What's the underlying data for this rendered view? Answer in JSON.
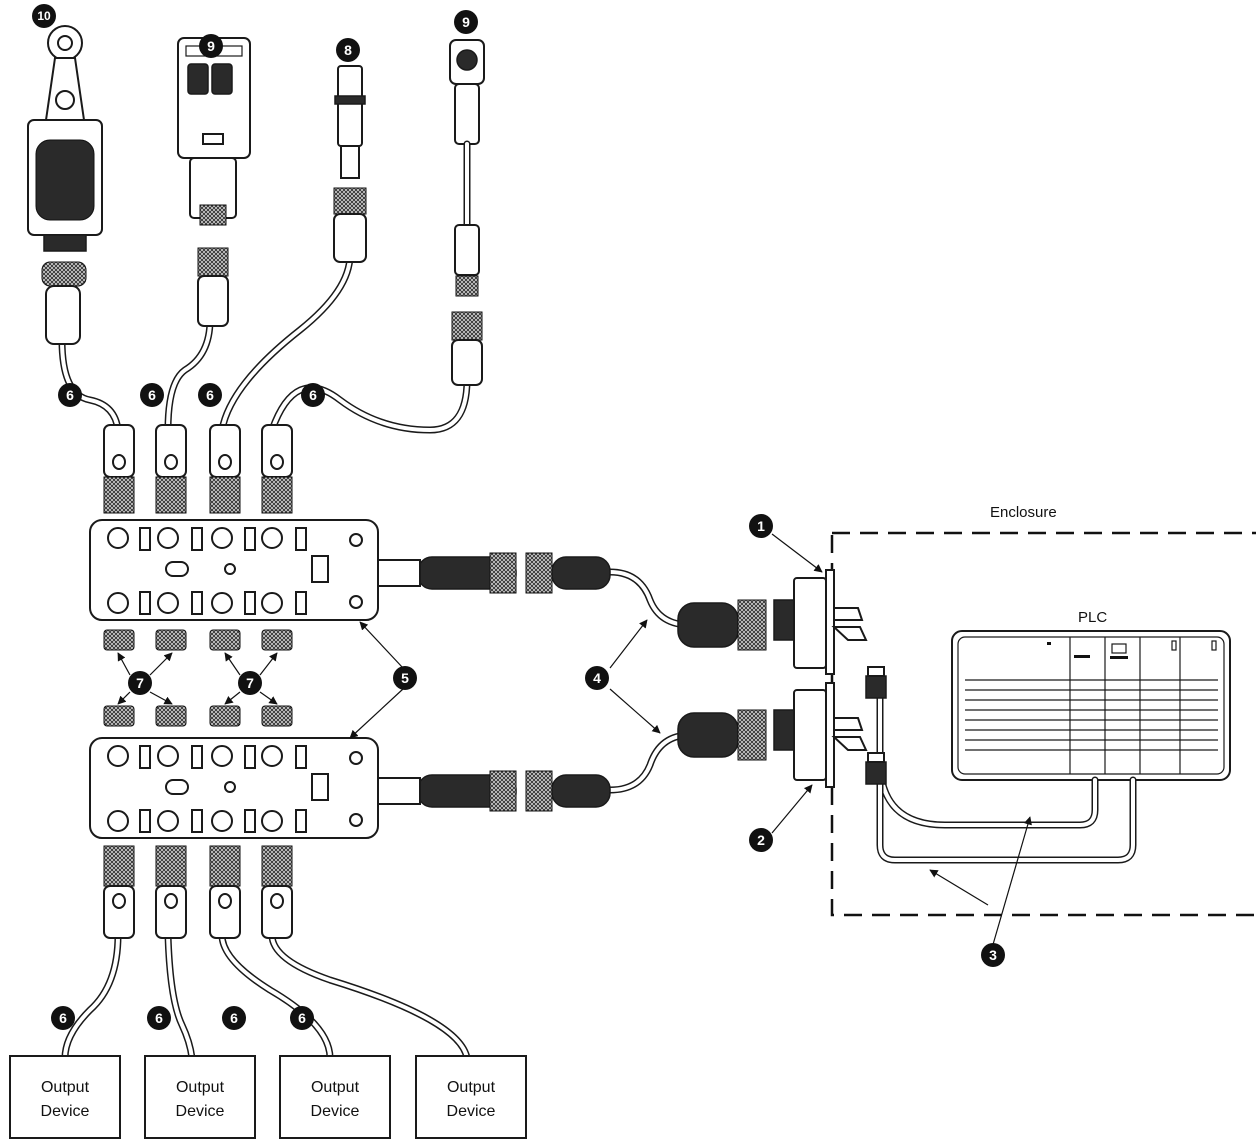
{
  "labels": {
    "enclosure": "Enclosure",
    "plc": "PLC",
    "output_device_line1": "Output",
    "output_device_line2": "Device"
  },
  "callouts": [
    {
      "id": "c1",
      "text": "1"
    },
    {
      "id": "c2",
      "text": "2"
    },
    {
      "id": "c3",
      "text": "3"
    },
    {
      "id": "c4",
      "text": "4"
    },
    {
      "id": "c5",
      "text": "5"
    },
    {
      "id": "c6",
      "text": "6"
    },
    {
      "id": "c7",
      "text": "7"
    },
    {
      "id": "c8",
      "text": "8"
    },
    {
      "id": "c9",
      "text": "9"
    },
    {
      "id": "c10",
      "text": "10"
    }
  ]
}
